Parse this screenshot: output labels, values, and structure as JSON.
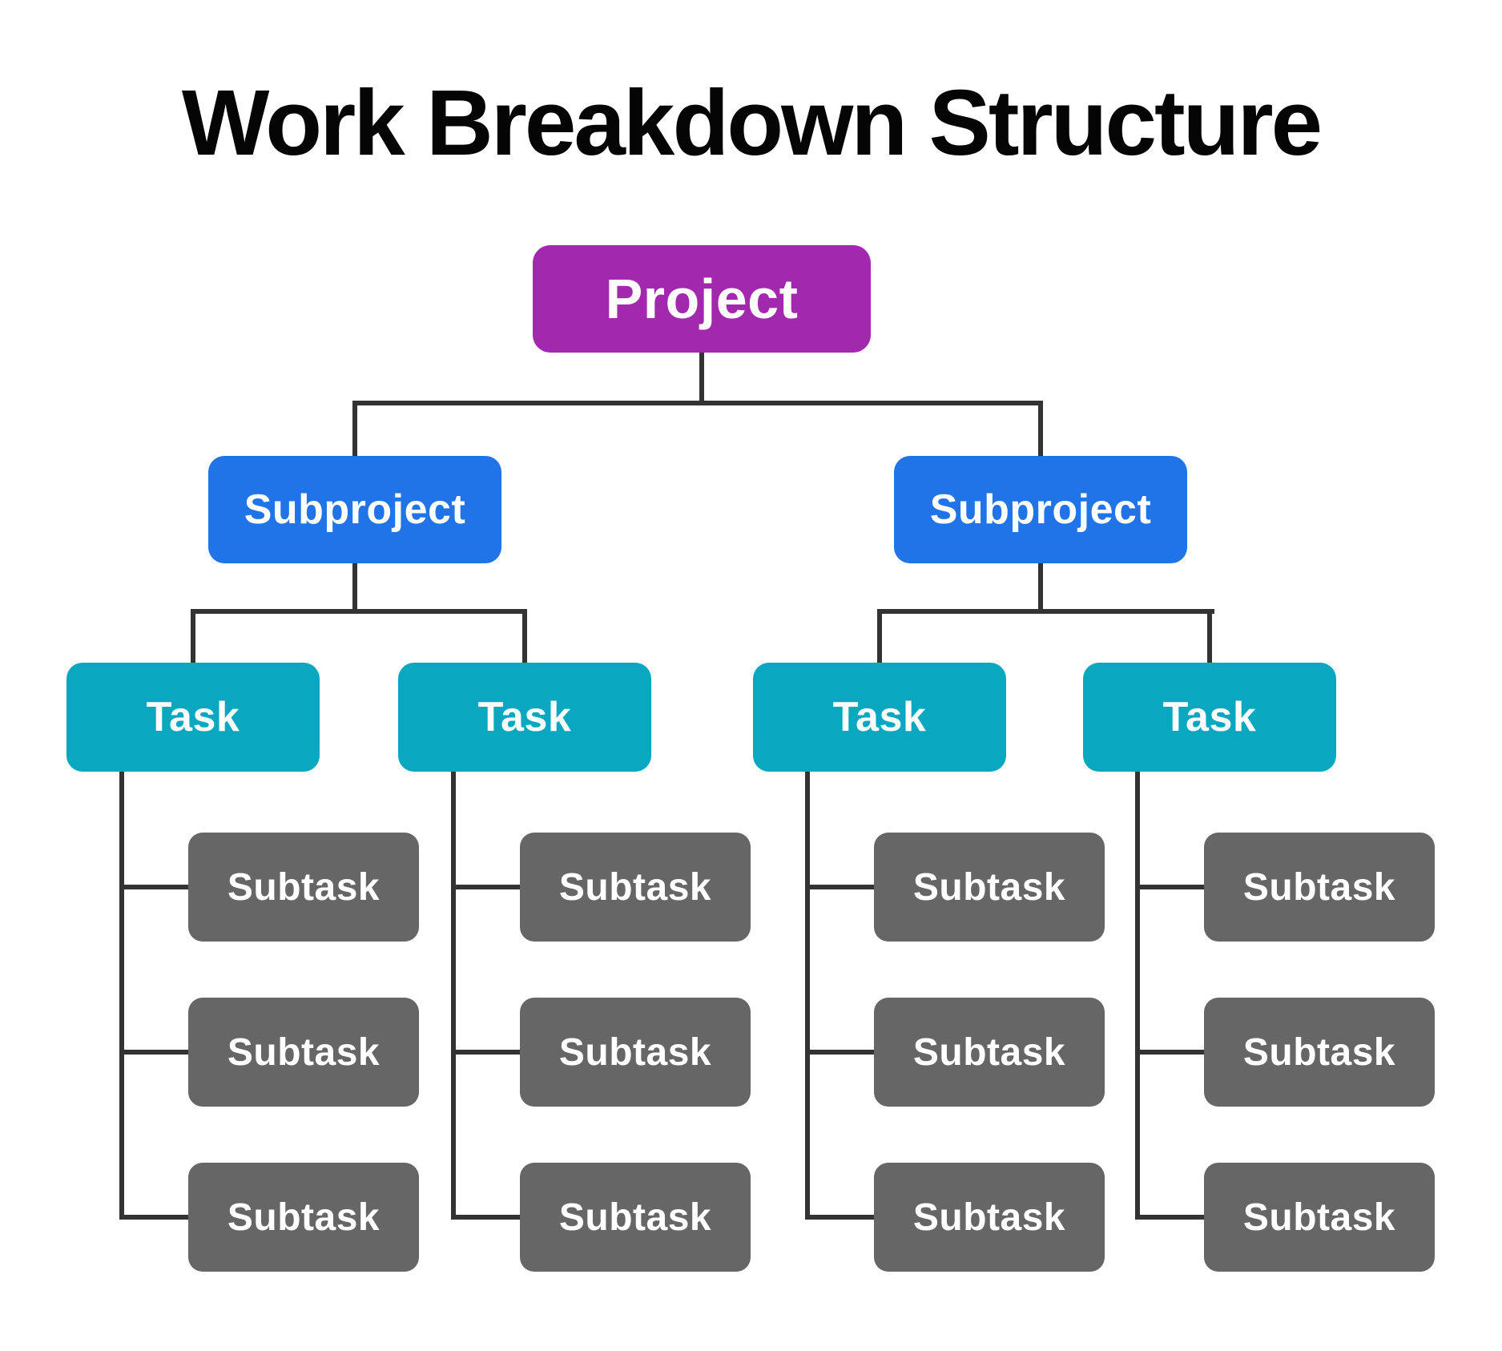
{
  "title": "Work Breakdown Structure",
  "diagram": {
    "type": "work-breakdown-structure-tree",
    "levels": [
      "Project",
      "Subproject",
      "Task",
      "Subtask"
    ]
  },
  "nodes": {
    "project": {
      "label": "Project"
    },
    "subprojects": [
      {
        "label": "Subproject"
      },
      {
        "label": "Subproject"
      }
    ],
    "tasks": [
      {
        "label": "Task"
      },
      {
        "label": "Task"
      },
      {
        "label": "Task"
      },
      {
        "label": "Task"
      }
    ],
    "subtasks": [
      {
        "label": "Subtask"
      },
      {
        "label": "Subtask"
      },
      {
        "label": "Subtask"
      },
      {
        "label": "Subtask"
      },
      {
        "label": "Subtask"
      },
      {
        "label": "Subtask"
      },
      {
        "label": "Subtask"
      },
      {
        "label": "Subtask"
      },
      {
        "label": "Subtask"
      },
      {
        "label": "Subtask"
      },
      {
        "label": "Subtask"
      },
      {
        "label": "Subtask"
      }
    ]
  },
  "colors": {
    "background": "#ffffff",
    "title_text": "#050505",
    "box_text": "#ffffff",
    "project": "#a229ad",
    "subproject": "#2174e8",
    "task": "#09a8c0",
    "subtask": "#666666",
    "connector": "#333333"
  }
}
